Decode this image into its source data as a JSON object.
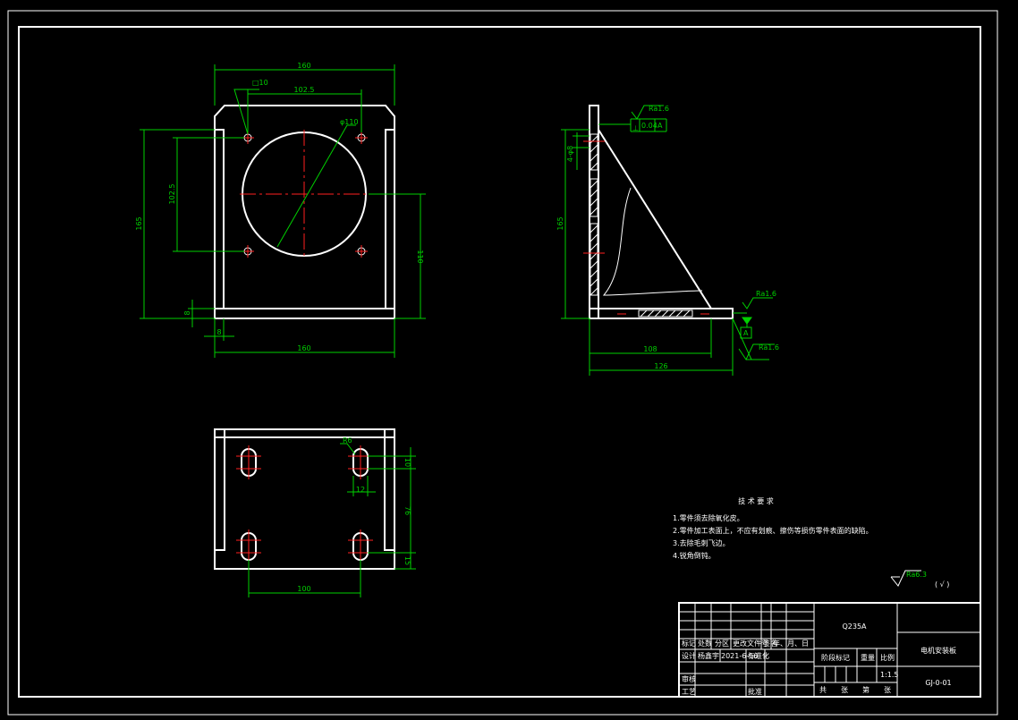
{
  "dimensions": {
    "front_top_width": "160",
    "front_bottom_width": "160",
    "hole_spacing_h": "102.5",
    "hole_spacing_v": "102.5",
    "bore_dia": "φ110",
    "hole_size": "□10",
    "overall_height": "165",
    "bore_center_height": "110",
    "plate_thickness": "8",
    "bottom_gap": "8",
    "side_height": "165",
    "side_hole": "4-φ8",
    "side_base_inner": "108",
    "side_base_overall": "126",
    "slot_radius": "R6",
    "slot_width": "12",
    "slot_height": "10",
    "slot_spacing_v": "76",
    "slot_edge_offset": "15",
    "slot_spacing_h": "100"
  },
  "annotations": {
    "roughness_top": "Ra1.6",
    "flatness_tolerance": "0.04",
    "datum_letter": "A",
    "roughness_base": "Ra1.6",
    "datum_base": "A",
    "roughness_base2": "Ra1.6",
    "roughness_general": "Ra6.3",
    "roughness_general_bracket": "( √ )"
  },
  "technical_requirements": {
    "title": "技 术 要 求",
    "items": [
      "1.零件须去除氧化皮。",
      "2.零件加工表面上，不应有划痕、擦伤等损伤零件表面的缺陷。",
      "3.去除毛刺飞边。",
      "4.锐角倒钝。"
    ]
  },
  "title_block": {
    "material": "Q235A",
    "part_name": "电机安装板",
    "drawing_number": "GJ-0-01",
    "header_labels": [
      "标记",
      "处数",
      "分区",
      "更改文件号",
      "签名",
      "年、月、日"
    ],
    "design_label": "设计",
    "designer": "杨鑫宇",
    "design_date": "2021-6-16",
    "standardization_label": "标准化",
    "review_label": "审核",
    "process_label": "工艺",
    "approve_label": "批准",
    "stage_mark_label": "阶段标记",
    "weight_label": "重量",
    "scale_label": "比例",
    "scale": "1:1.5",
    "sheet_total_label": "共",
    "sheet_label_zhang": "张",
    "sheet_num_label": "第",
    "sheet_label_zhang2": "张"
  }
}
